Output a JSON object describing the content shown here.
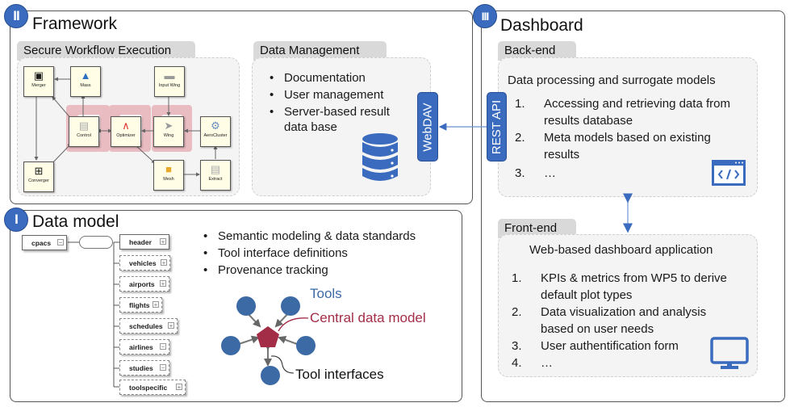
{
  "framework": {
    "badge": "II",
    "title": "Framework",
    "workflow": {
      "tab": "Secure Workflow Execution",
      "nodes": {
        "merger": "Merger",
        "mass": "Mass",
        "input_wing": "Input Wing",
        "control": "Control",
        "optimizer": "Optimizer",
        "wing": "Wing",
        "aerocluster": "AeroCluster",
        "converger": "Converger",
        "mesh": "Mesh",
        "extract": "Extract"
      }
    },
    "data_management": {
      "tab": "Data Management",
      "bullets": [
        "Documentation",
        "User management",
        "Server-based result",
        "data base"
      ],
      "webdav": "WebDAV"
    }
  },
  "dashboard": {
    "badge": "III",
    "title": "Dashboard",
    "backend": {
      "tab": "Back-end",
      "heading": "Data processing and surrogate models",
      "items": [
        {
          "n": "1.",
          "text": "Accessing and retrieving data from",
          "cont": "results database"
        },
        {
          "n": "2.",
          "text": "Meta models based on existing",
          "cont": "results"
        },
        {
          "n": "3.",
          "text": "…"
        }
      ],
      "rest_api": "REST API"
    },
    "frontend": {
      "tab": "Front-end",
      "heading": "Web-based dashboard application",
      "items": [
        {
          "n": "1.",
          "text": "KPIs & metrics from WP5 to derive",
          "cont": "default plot types"
        },
        {
          "n": "2.",
          "text": "Data visualization and analysis",
          "cont": "based on user needs"
        },
        {
          "n": "3.",
          "text": "User authentification form"
        },
        {
          "n": "4.",
          "text": "…"
        }
      ]
    }
  },
  "data_model": {
    "badge": "I",
    "title": "Data model",
    "schema": {
      "root": "cpacs",
      "children": [
        "header",
        "vehicles",
        "airports",
        "flights",
        "schedules",
        "airlines",
        "studies",
        "toolspecific"
      ]
    },
    "bullets": [
      "Semantic modeling & data standards",
      "Tool interface definitions",
      "Provenance tracking"
    ],
    "diagram": {
      "tools_label": "Tools",
      "central_label": "Central data model",
      "interfaces_label": "Tool interfaces"
    }
  },
  "colors": {
    "accent_blue": "#3a6bbf",
    "tool_blue": "#3b6aa5",
    "central_red": "#a32d47"
  }
}
